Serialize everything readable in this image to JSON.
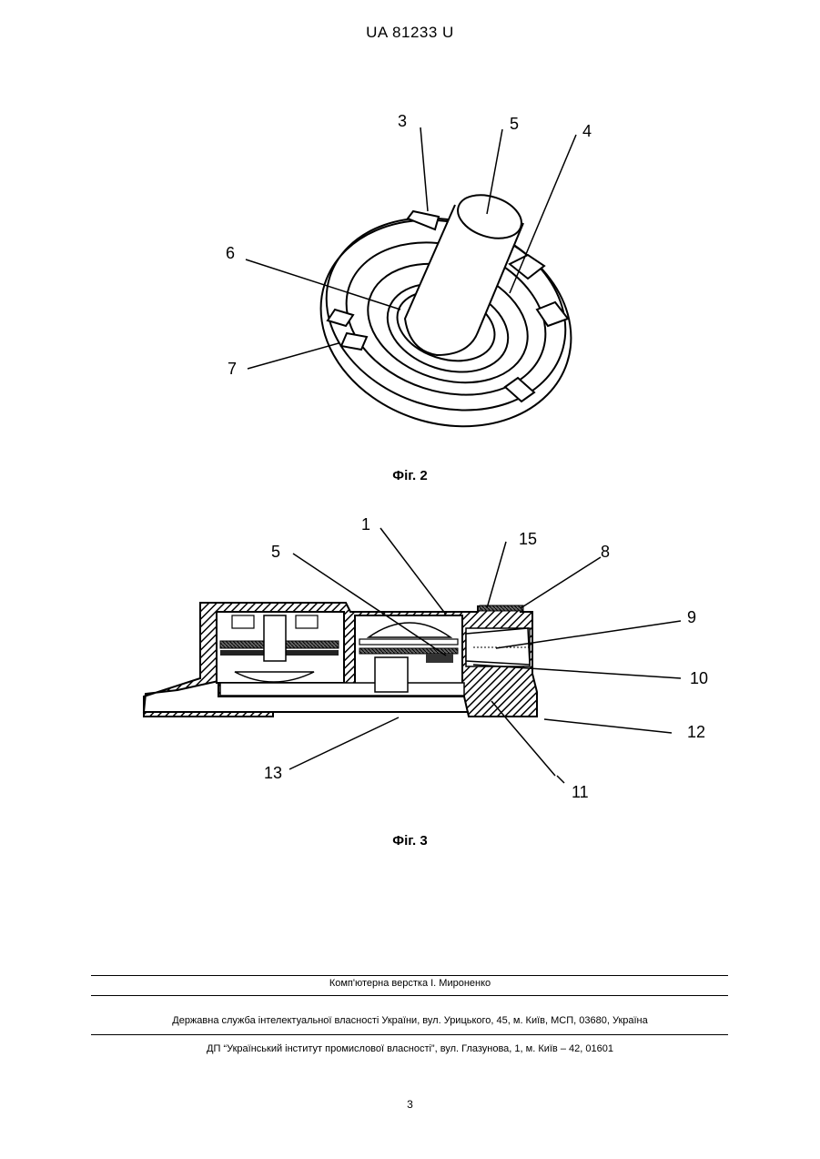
{
  "header": {
    "patent_number": "UA   81233   U"
  },
  "figure2": {
    "caption": "Фiг. 2",
    "labels": {
      "l3": "3",
      "l5": "5",
      "l4": "4",
      "l6": "6",
      "l7": "7"
    }
  },
  "figure3": {
    "caption": "Фiг. 3",
    "labels": {
      "l1": "1",
      "l5": "5",
      "l15": "15",
      "l8": "8",
      "l9": "9",
      "l10": "10",
      "l12": "12",
      "l13": "13",
      "l11": "11"
    }
  },
  "footer": {
    "typesetting": "Комп'ютерна верстка І. Мироненко",
    "agency": "Державна служба інтелектуальної власності України, вул. Урицького, 45, м. Київ, МСП, 03680, Україна",
    "institute": "ДП “Український інститут промислової власності”, вул. Глазунова, 1, м. Київ – 42, 01601"
  },
  "page_number": "3"
}
